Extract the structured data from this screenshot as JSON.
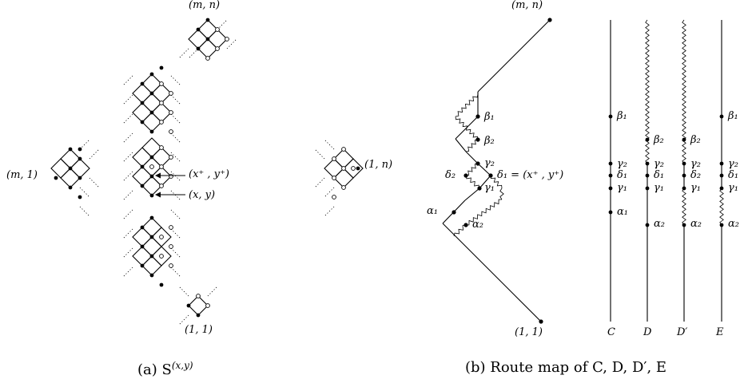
{
  "panel_a": {
    "top_label": "(m, n)",
    "left_label": "(m, 1)",
    "right_label": "(1, n)",
    "bottom_label": "(1, 1)",
    "xplus_label": "(x⁺ , y⁺)",
    "xy_label": "(x, y)",
    "caption_prefix": "(a) S",
    "caption_sup": "(x,y)"
  },
  "panel_b": {
    "top_label": "(m, n)",
    "bottom_label": "(1, 1)",
    "beta1": "β₁",
    "beta2": "β₂",
    "gamma2": "γ₂",
    "gamma1": "γ₁",
    "delta2": "δ₂",
    "delta1": "δ₁ = (x⁺ , y⁺)",
    "alpha1": "α₁",
    "alpha2": "α₂",
    "caption": "(b) Route map of C, D, D′, E"
  },
  "route_columns": [
    {
      "name": "C",
      "labels": {
        "beta1": "β₁",
        "gamma2": "γ₂",
        "delta1": "δ₁",
        "gamma1": "γ₁",
        "alpha1": "α₁"
      }
    },
    {
      "name": "D",
      "labels": {
        "beta2": "β₂",
        "gamma2": "γ₂",
        "delta1": "δ₁",
        "gamma1": "γ₁",
        "alpha2": "α₂"
      }
    },
    {
      "name": "D′",
      "labels": {
        "beta2": "β₂",
        "gamma2": "γ₂",
        "delta2": "δ₂",
        "gamma1": "γ₁",
        "alpha2": "α₂"
      }
    },
    {
      "name": "E",
      "labels": {
        "beta1": "β₁",
        "gamma2": "γ₂",
        "delta1": "δ₁",
        "gamma1": "γ₁",
        "alpha2": "α₂"
      }
    }
  ]
}
